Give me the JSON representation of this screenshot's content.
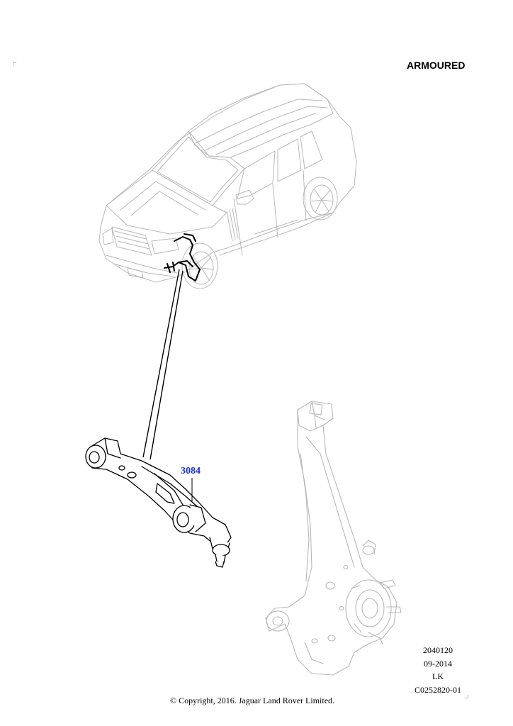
{
  "header": {
    "variant_label": "ARMOURED"
  },
  "callouts": [
    {
      "number": "3084"
    }
  ],
  "reference": {
    "line1": "2040120",
    "line2": "09-2014",
    "line3": "LK",
    "line4": "C0252820-01"
  },
  "footer": {
    "copyright": "© Copyright, 2016. Jaguar Land Rover Limited."
  },
  "colors": {
    "callout": "#1a2fd6",
    "line_art": "#b8b8b8",
    "part_art": "#000000"
  }
}
